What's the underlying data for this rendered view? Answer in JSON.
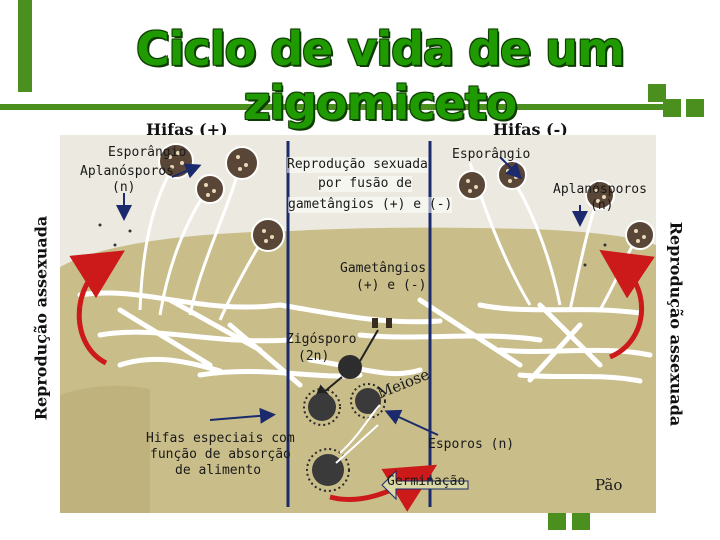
{
  "title": "Ciclo de vida de um zigomiceto",
  "header": {
    "left": "Hifas (+)",
    "right": "Hifas (-)"
  },
  "side_labels": {
    "left": "Reprodução assexuada",
    "right": "Reprodução assexuada"
  },
  "labels": {
    "esporangio_left": "Esporângio",
    "aplanosporos_left": "Aplanósporos",
    "n_left": "(n)",
    "reproducao_1": "Reprodução sexuada",
    "reproducao_2": "por fusão de",
    "reproducao_3": "gametângios (+) e (-)",
    "esporangio_right": "Esporângio",
    "aplanosporos_right": "Aplanósporos",
    "n_right": "(n)",
    "gametangios_1": "Gametângios",
    "gametangios_2": "(+) e (-)",
    "zigosporo_1": "Zigósporo",
    "zigosporo_2": "(2n)",
    "meiose": "Meiose",
    "hifas_esp_1": "Hifas especiais com",
    "hifas_esp_2": "função de absorção",
    "hifas_esp_3": "de alimento",
    "esporos": "Esporos (n)",
    "germinacao": "Germinação",
    "pao": "Pão"
  },
  "colors": {
    "accent_green": "#4b8f1e",
    "title_green": "#1f9a00",
    "bread": "#c9bd8a",
    "background": "#eceae0",
    "arrow_red": "#cc1a1a",
    "divider_blue": "#1a2a6c",
    "germ_arrow_fill": "#d9d8a6"
  }
}
